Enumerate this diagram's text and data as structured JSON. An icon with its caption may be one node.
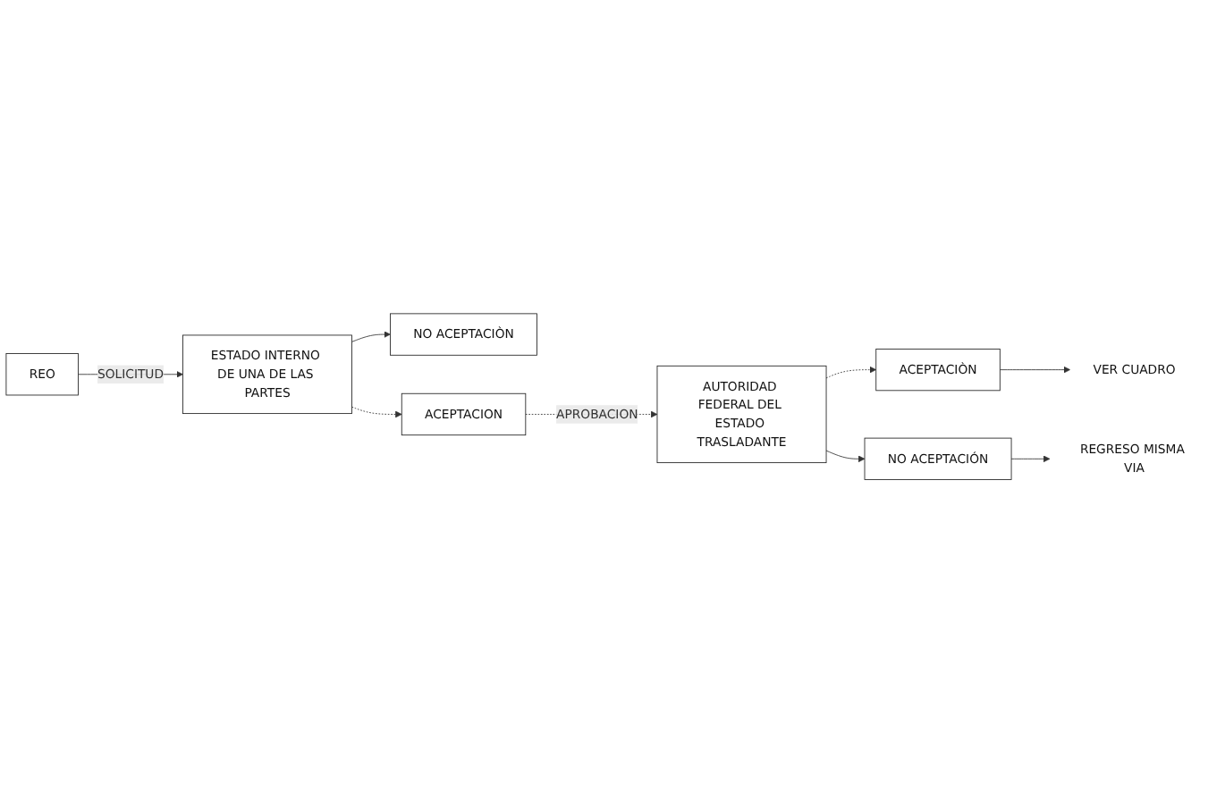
{
  "diagram": {
    "nodes": [
      {
        "text": [
          "REO"
        ]
      },
      {
        "text": [
          "ESTADO INTERNO DE UNA DE LAS PARTES"
        ]
      },
      {
        "text": [
          "NO ACEPTACIÒN"
        ]
      },
      {
        "text": [
          "ACEPTACION"
        ]
      },
      {
        "text": [
          "AUTORIDAD FEDERAL DEL ESTADO TRASLADANTE"
        ]
      },
      {
        "text": [
          "NO ACEPTACIÓN"
        ]
      },
      {
        "text": [
          "ACEPTACIÒN"
        ]
      },
      {
        "text": [
          "VER CUADRO"
        ]
      },
      {
        "text": [
          "REGRESO MISMA VIA"
        ]
      }
    ],
    "edges": [
      {
        "from": 0,
        "to": 1,
        "arrow": "to",
        "label": "SOLICITUD"
      },
      {
        "from": 1,
        "to": 2,
        "arrow": "to"
      },
      {
        "from": 1,
        "to": 3,
        "arrow": "to",
        "style": "dashed"
      },
      {
        "from": 3,
        "to": 4,
        "arrow": "to",
        "style": "dashed",
        "label": "APROBACION"
      },
      {
        "from": 4,
        "to": 6,
        "arrow": "to",
        "style": "dashed"
      },
      {
        "from": 4,
        "to": 5,
        "arrow": "to"
      },
      {
        "from": 5,
        "to": 8,
        "arrow": "to"
      },
      {
        "from": 6,
        "to": 7,
        "arrow": "to"
      }
    ]
  }
}
